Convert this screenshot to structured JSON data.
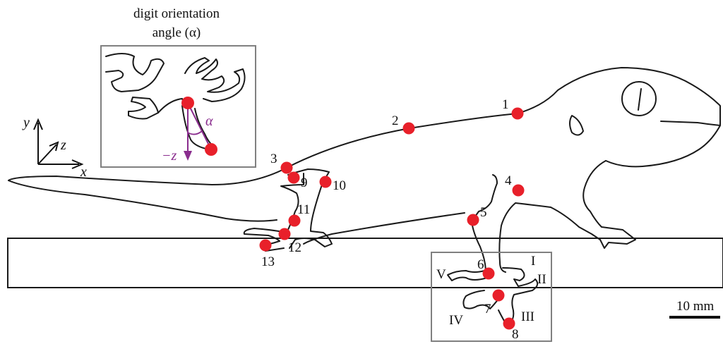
{
  "inset": {
    "title_line1": "digit orientation",
    "title_line2": "angle (α)",
    "alpha_label": "α",
    "negz_label": "−z"
  },
  "axes": {
    "x": "x",
    "y": "y",
    "z": "z"
  },
  "scale_bar": {
    "label": "10 mm"
  },
  "markers": [
    {
      "id": "1",
      "label": "1"
    },
    {
      "id": "2",
      "label": "2"
    },
    {
      "id": "3",
      "label": "3"
    },
    {
      "id": "4",
      "label": "4"
    },
    {
      "id": "5",
      "label": "5"
    },
    {
      "id": "6",
      "label": "6"
    },
    {
      "id": "7",
      "label": "7"
    },
    {
      "id": "8",
      "label": "8"
    },
    {
      "id": "9",
      "label": "9"
    },
    {
      "id": "10",
      "label": "10"
    },
    {
      "id": "11",
      "label": "11"
    },
    {
      "id": "12",
      "label": "12"
    },
    {
      "id": "13",
      "label": "13"
    }
  ],
  "digits": [
    "I",
    "II",
    "III",
    "IV",
    "V"
  ],
  "colors": {
    "marker": "#e8202a",
    "angle": "#8a2d8e",
    "box": "#808080",
    "outline": "#1a1a1a"
  }
}
